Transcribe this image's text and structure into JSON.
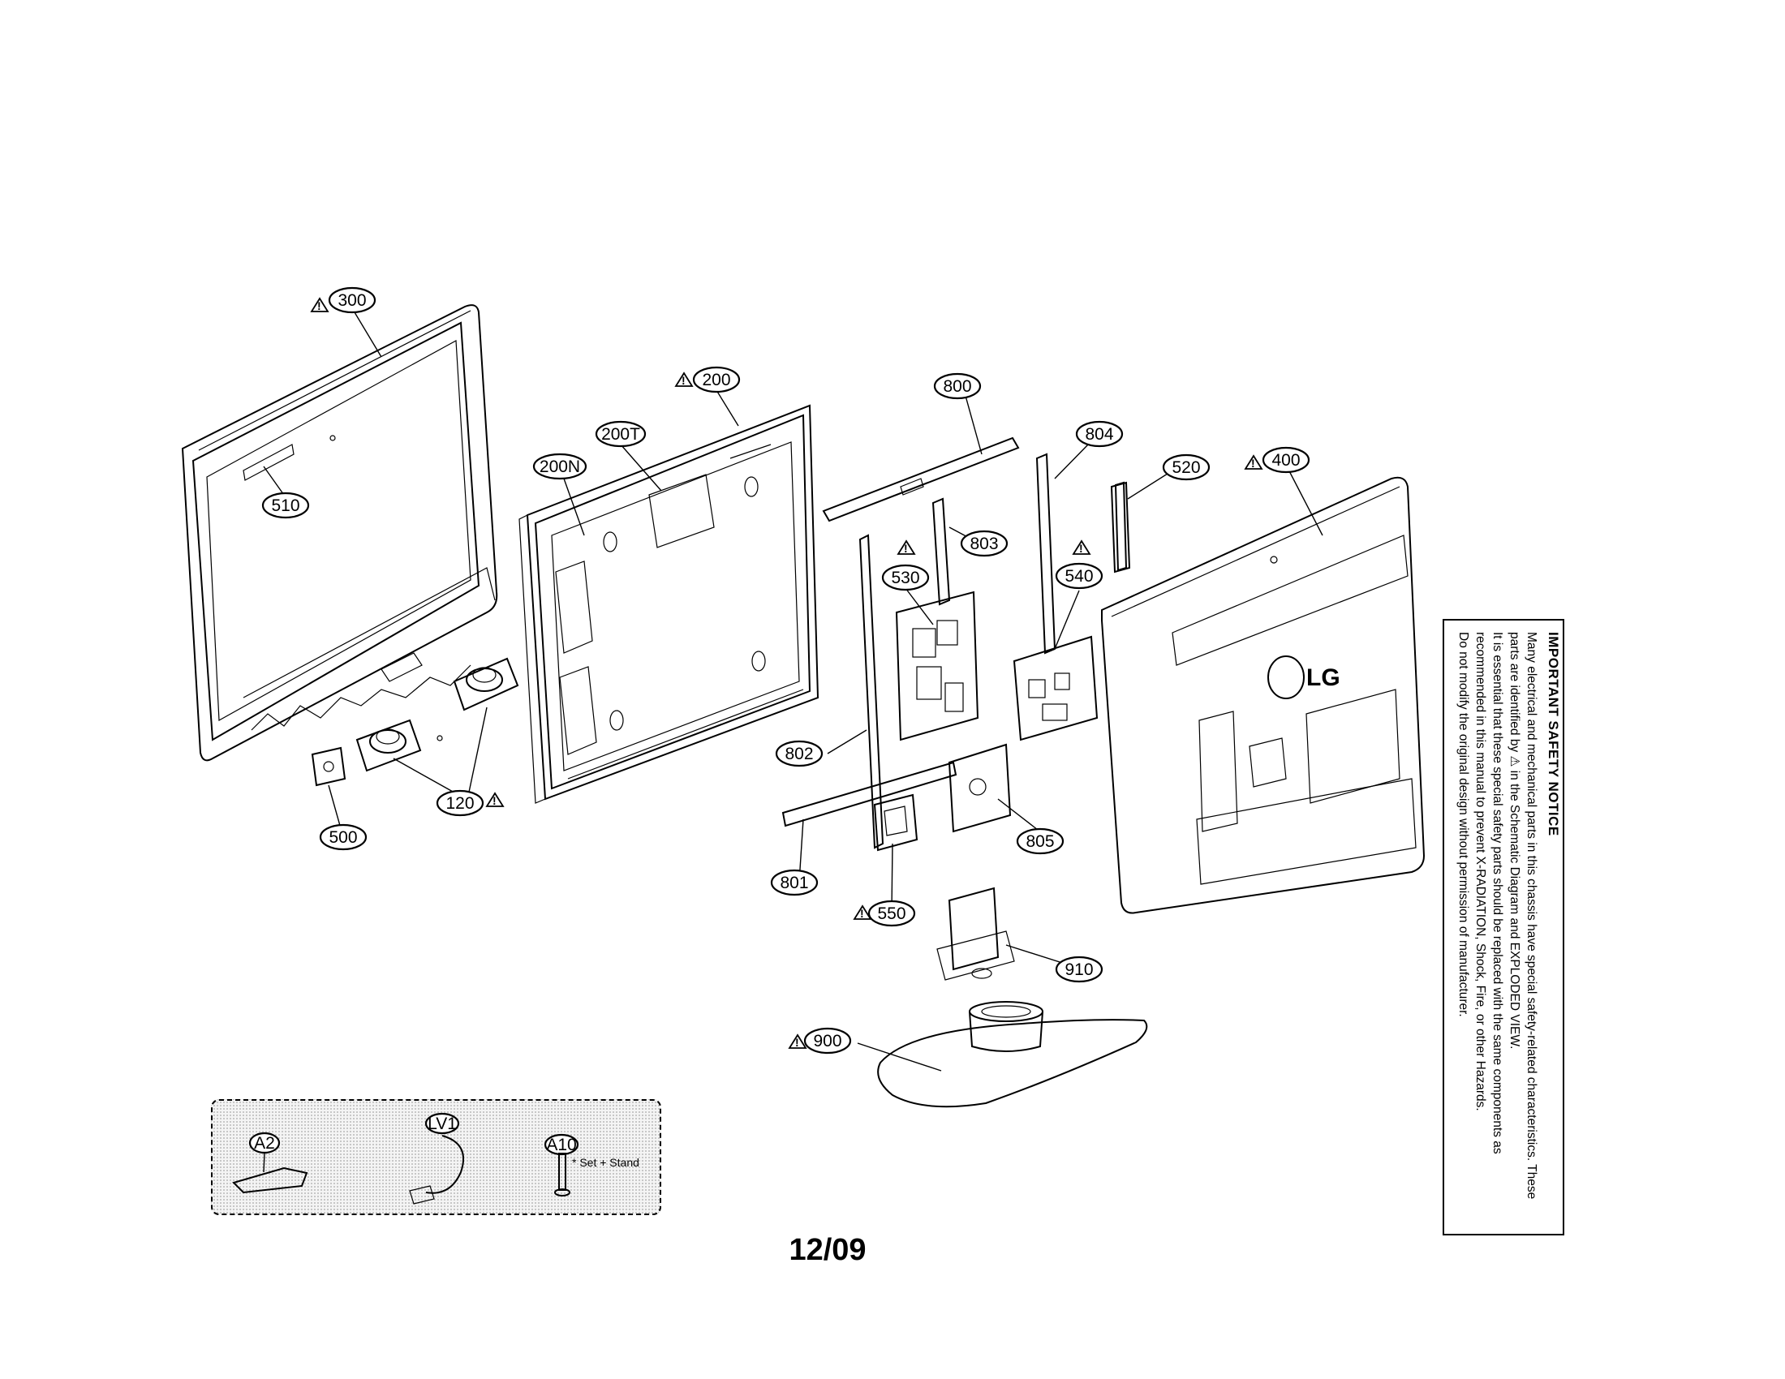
{
  "callouts": {
    "c300": "300",
    "c510": "510",
    "c200": "200",
    "c200T": "200T",
    "c200N": "200N",
    "c800": "800",
    "c804": "804",
    "c520": "520",
    "c400": "400",
    "c803": "803",
    "c530": "530",
    "c540": "540",
    "c802": "802",
    "c805": "805",
    "c120": "120",
    "c500": "500",
    "c801": "801",
    "c550": "550",
    "c910": "910",
    "c900": "900"
  },
  "accessories": {
    "a2": "A2",
    "lv1": "LV1",
    "a10": "A10",
    "a10_note": "* Set + Stand"
  },
  "logo": "LG",
  "warning_symbol": "!",
  "safety_notice": {
    "title": "IMPORTANT SAFETY NOTICE",
    "lines": [
      "Many electrical and mechanical parts in this chassis have special safety-related characteristics. These",
      "parts are identified by ⚠ in the Schematic Diagram and EXPLODED VIEW.",
      "It is essential that these special safety parts should be replaced with the same components as",
      "recommended in this manual to prevent X-RADIATION, Shock, Fire, or other Hazards.",
      "Do not modify the original design without permission of manufacturer."
    ]
  },
  "page_number": "12/09"
}
